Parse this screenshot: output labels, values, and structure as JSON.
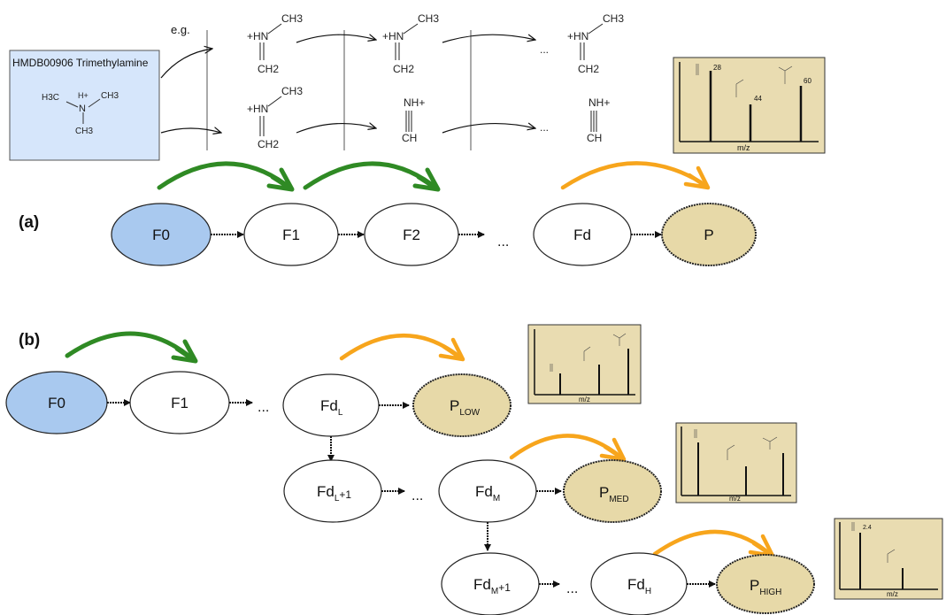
{
  "colors": {
    "start_node_fill": "#a9c9ef",
    "end_node_fill": "#e7d9a8",
    "plain_node_fill": "#ffffff",
    "green_arrow": "#2f8a24",
    "orange_arrow": "#f7a51c",
    "compound_box_fill": "#d6e6fb",
    "spectrum_fill": "#e9dcb1"
  },
  "panel_a": {
    "label": "(a)",
    "example_label": "e.g.",
    "compound_title": "HMDB00906 Trimethylamine",
    "compound_atoms": {
      "h3c": "H3C",
      "h_plus": "H+",
      "n": "N",
      "ch3_right": "CH3",
      "ch3_bottom": "CH3"
    },
    "fragments": {
      "hn_plus": "+HN",
      "ch3": "CH3",
      "ch2": "CH2",
      "nh_plus": "NH+",
      "ch": "CH",
      "ellipsis": "..."
    },
    "nodes": {
      "f0": "F0",
      "f1": "F1",
      "f2": "F2",
      "fd": "Fd",
      "p": "P"
    },
    "ellipsis": "...",
    "spectrum": {
      "xlabel": "m/z",
      "peak_labels": [
        "28",
        "44",
        "60"
      ]
    }
  },
  "panel_b": {
    "label": "(b)",
    "ellipsis": "...",
    "nodes": {
      "f0": "F0",
      "f1": "F1",
      "fdl": "Fd",
      "fdl_sub": "L",
      "plow": "P",
      "plow_sub": "LOW",
      "fdl1": "Fd",
      "fdl1_sub": "L",
      "fdl1_suffix": "+1",
      "fdm": "Fd",
      "fdm_sub": "M",
      "pmed": "P",
      "pmed_sub": "MED",
      "fdm1": "Fd",
      "fdm1_sub": "M",
      "fdm1_suffix": "+1",
      "fdh": "Fd",
      "fdh_sub": "H",
      "phigh": "P",
      "phigh_sub": "HIGH"
    },
    "spectrum_low": {
      "xlabel": "m/z"
    },
    "spectrum_med": {
      "xlabel": "m/z"
    },
    "spectrum_high": {
      "xlabel": "m/z",
      "peak_label": "2.4"
    }
  }
}
